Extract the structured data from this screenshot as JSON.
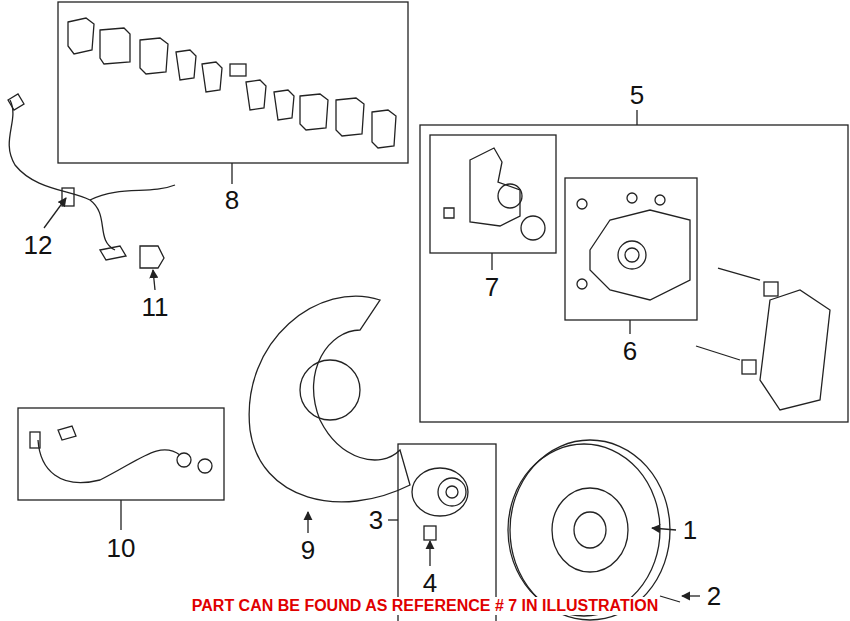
{
  "diagram": {
    "labels": [
      "8",
      "5",
      "12",
      "11",
      "7",
      "6",
      "10",
      "9",
      "3",
      "1",
      "4",
      "2",
      "PART CAN BE FOUND AS REFERENCE # 7 IN ILLUSTRATION"
    ]
  }
}
